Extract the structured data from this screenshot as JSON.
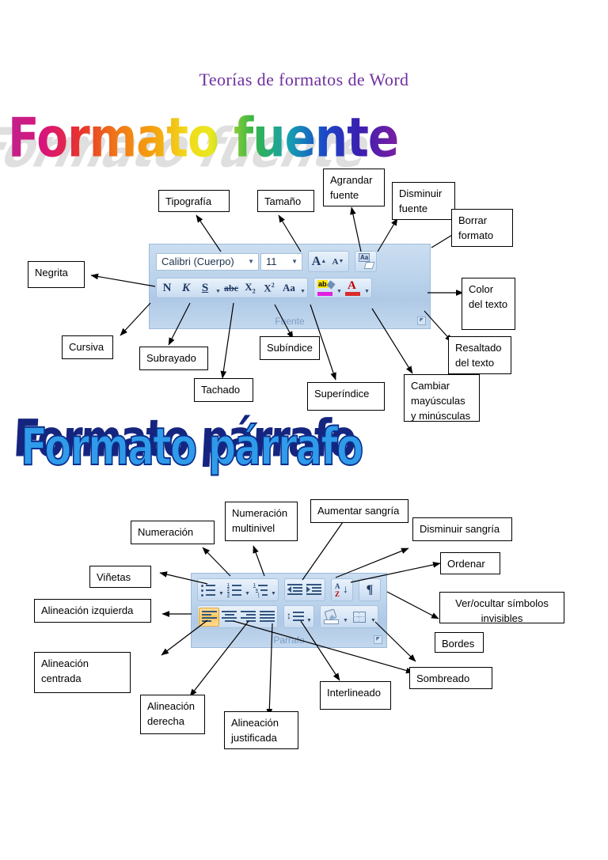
{
  "document": {
    "title": "Teorías de formatos de Word",
    "wordart": {
      "fuente": "Formato fuente",
      "parrafo": "Formato párrafo"
    },
    "title_color": "#7030A0",
    "parrafo_color": "#2F9BEA"
  },
  "font_ribbon": {
    "group_label": "Fuente",
    "font_name": "Calibri (Cuerpo)",
    "font_size": "11",
    "buttons": {
      "grow_font": "A",
      "shrink_font": "A",
      "clear_format": "Aa",
      "bold": "N",
      "italic": "K",
      "underline": "S",
      "strikethrough": "abc",
      "subscript": "X",
      "superscript": "X",
      "change_case": "Aa",
      "highlight": "ab",
      "text_color": "A"
    }
  },
  "paragraph_ribbon": {
    "group_label": "Parrafo"
  },
  "font_callouts": [
    {
      "id": "tipografia",
      "text": "Tipografía"
    },
    {
      "id": "tamano",
      "text": "Tamaño"
    },
    {
      "id": "agrandar",
      "text": "Agrandar fuente"
    },
    {
      "id": "disminuir",
      "text": "Disminuir fuente"
    },
    {
      "id": "borrar",
      "text": "Borrar formato"
    },
    {
      "id": "negrita",
      "text": "Negrita"
    },
    {
      "id": "color-texto",
      "text": "Color del texto"
    },
    {
      "id": "cursiva",
      "text": "Cursiva"
    },
    {
      "id": "subindice",
      "text": "Subíndice"
    },
    {
      "id": "resaltado",
      "text": "Resaltado del texto"
    },
    {
      "id": "subrayado",
      "text": "Subrayado"
    },
    {
      "id": "tachado",
      "text": "Tachado"
    },
    {
      "id": "superindice",
      "text": "Superíndice"
    },
    {
      "id": "cambiar-mayus",
      "text": "Cambiar mayúsculas y minúsculas"
    }
  ],
  "paragraph_callouts": [
    {
      "id": "numeracion",
      "text": "Numeración"
    },
    {
      "id": "numeracion-multi",
      "text": "Numeración multinivel"
    },
    {
      "id": "aumentar-sangria",
      "text": "Aumentar sangría"
    },
    {
      "id": "disminuir-sangria",
      "text": "Disminuir sangría"
    },
    {
      "id": "ordenar",
      "text": "Ordenar"
    },
    {
      "id": "vinetas",
      "text": "Viñetas"
    },
    {
      "id": "ver-ocultar",
      "text": "Ver/ocultar símbolos invisibles"
    },
    {
      "id": "alineacion-izq",
      "text": "Alineación izquierda"
    },
    {
      "id": "bordes",
      "text": "Bordes"
    },
    {
      "id": "alineacion-centro",
      "text": "Alineación centrada"
    },
    {
      "id": "sombreado",
      "text": "Sombreado"
    },
    {
      "id": "alineacion-der",
      "text": "Alineación derecha"
    },
    {
      "id": "interlineado",
      "text": "Interlineado"
    },
    {
      "id": "alineacion-just",
      "text": "Alineación justificada"
    }
  ]
}
